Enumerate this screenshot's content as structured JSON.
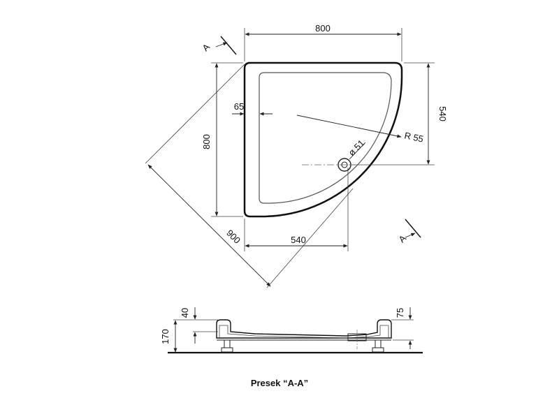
{
  "plan_view": {
    "dimensions": {
      "top_width": "800",
      "left_height": "800",
      "right_height": "540",
      "bottom_width": "540",
      "rim_width": "65",
      "radius": "R 55",
      "drain_diameter": "ø 51",
      "diagonal": "900"
    },
    "section_markers": {
      "top": "A",
      "bottom": "A"
    }
  },
  "section_view": {
    "dimensions": {
      "total_height": "170",
      "rim_height": "40",
      "tray_height": "75"
    }
  },
  "caption": "Presek “A-A”"
}
